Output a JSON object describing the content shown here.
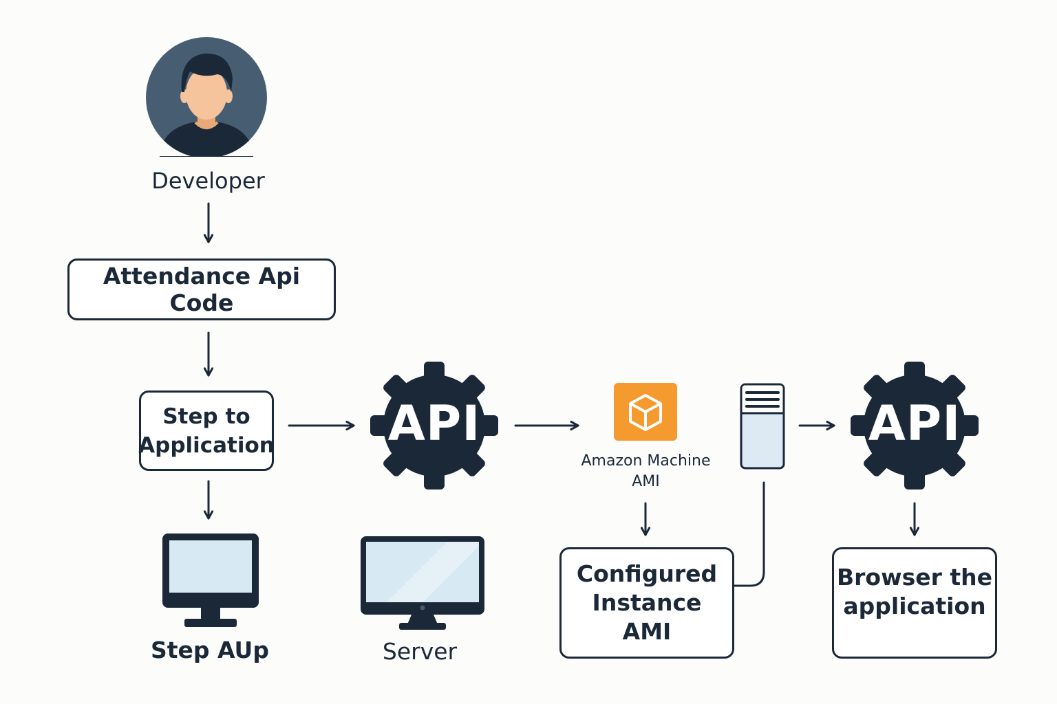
{
  "nodes": {
    "developer": {
      "label": "Developer",
      "icon": "person-avatar-icon"
    },
    "attendance_code": {
      "label": "Attendance Api Code"
    },
    "step_to_application": {
      "label_line1": "Step to",
      "label_line2": "Application"
    },
    "api_gear_1": {
      "label": "API",
      "icon": "gear-icon"
    },
    "amazon_machine": {
      "label_line1": "Amazon Machine",
      "label_line2": "AMI",
      "icon": "aws-box-icon"
    },
    "server_tower": {
      "icon": "server-tower-icon"
    },
    "api_gear_2": {
      "label": "API",
      "icon": "gear-icon"
    },
    "step_aup": {
      "label": "Step AUp",
      "icon": "monitor-icon"
    },
    "server": {
      "label": "Server",
      "icon": "monitor-icon"
    },
    "configured_instance": {
      "label_line1": "Configured",
      "label_line2": "Instance",
      "label_line3": "AMI"
    },
    "browser_app": {
      "label_line1": "Browser the",
      "label_line2": "application"
    }
  },
  "colors": {
    "ink": "#1b2838",
    "avatar_bg": "#475d72",
    "skin": "#f5c39c",
    "aws_orange": "#f59a2e",
    "screen": "#d7e9f3",
    "background": "#fcfcfb"
  }
}
